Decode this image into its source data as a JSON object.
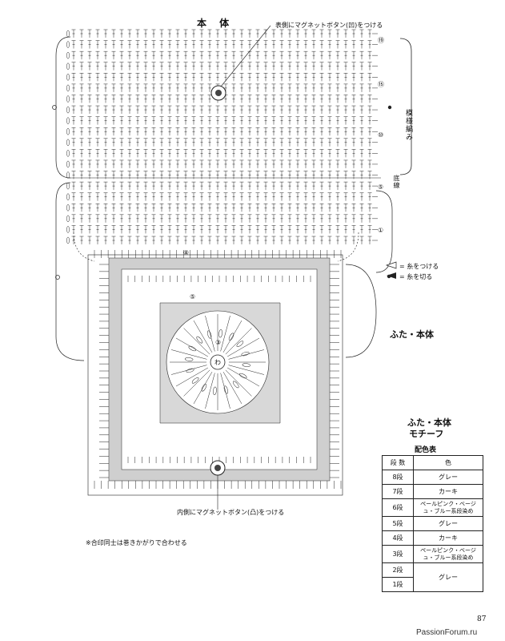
{
  "titles": {
    "body": "本 体",
    "lid_body": "ふた・本体",
    "motif_line1": "ふた・本体",
    "motif_line2": "モチーフ"
  },
  "annotations": {
    "magnet_outer": "表側にマグネットボタン(凹)をつける",
    "magnet_inner": "内側にマグネットボタン(凸)をつける",
    "pattern": "模様編み",
    "base_line": "底線",
    "note": "※合印同士は巻きかがりで合わせる"
  },
  "row_marks": [
    "⑲",
    "⑮",
    "⑩",
    "⑤",
    "①"
  ],
  "motif_marks": [
    "⑧",
    "⑤",
    "③",
    "わ"
  ],
  "legend": {
    "attach": "= 糸をつける",
    "cut": "= 糸を切る"
  },
  "color_table": {
    "title": "配色表",
    "header_rounds": "段 数",
    "header_color": "色",
    "rows": [
      {
        "round": "8段",
        "color": "グレー"
      },
      {
        "round": "7段",
        "color": "カーキ"
      },
      {
        "round": "6段",
        "color": "ペールピンク・ベージュ・ブルー系段染め"
      },
      {
        "round": "5段",
        "color": "グレー"
      },
      {
        "round": "4段",
        "color": "カーキ"
      },
      {
        "round": "3段",
        "color": "ペールピンク・ベージュ・ブルー系段染め"
      },
      {
        "round": "2段",
        "color": ""
      },
      {
        "round": "1段",
        "color": ""
      }
    ],
    "merged_color": "グレー"
  },
  "page_number": "87",
  "watermark": "PassionForum.ru",
  "colors": {
    "line": "#222222",
    "grey_fill": "#c8c8c8",
    "light_fill": "#e6e6e6"
  }
}
